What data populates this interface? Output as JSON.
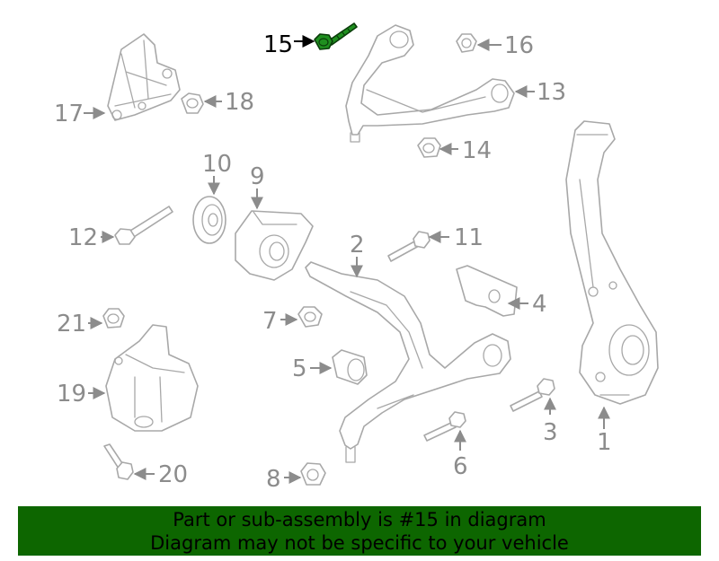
{
  "diagram": {
    "highlighted_part": "15",
    "callouts": [
      "1",
      "2",
      "3",
      "4",
      "5",
      "6",
      "7",
      "8",
      "9",
      "10",
      "11",
      "12",
      "13",
      "14",
      "15",
      "16",
      "17",
      "18",
      "19",
      "20",
      "21"
    ]
  },
  "banner": {
    "line1": "Part or sub-assembly is #15 in diagram",
    "line2": "Diagram may not be specific to your vehicle",
    "background": "#0d6600"
  },
  "colors": {
    "highlight": "#1f8f1f",
    "line_art": "#a8a8a8",
    "label": "#8c8c8c"
  }
}
